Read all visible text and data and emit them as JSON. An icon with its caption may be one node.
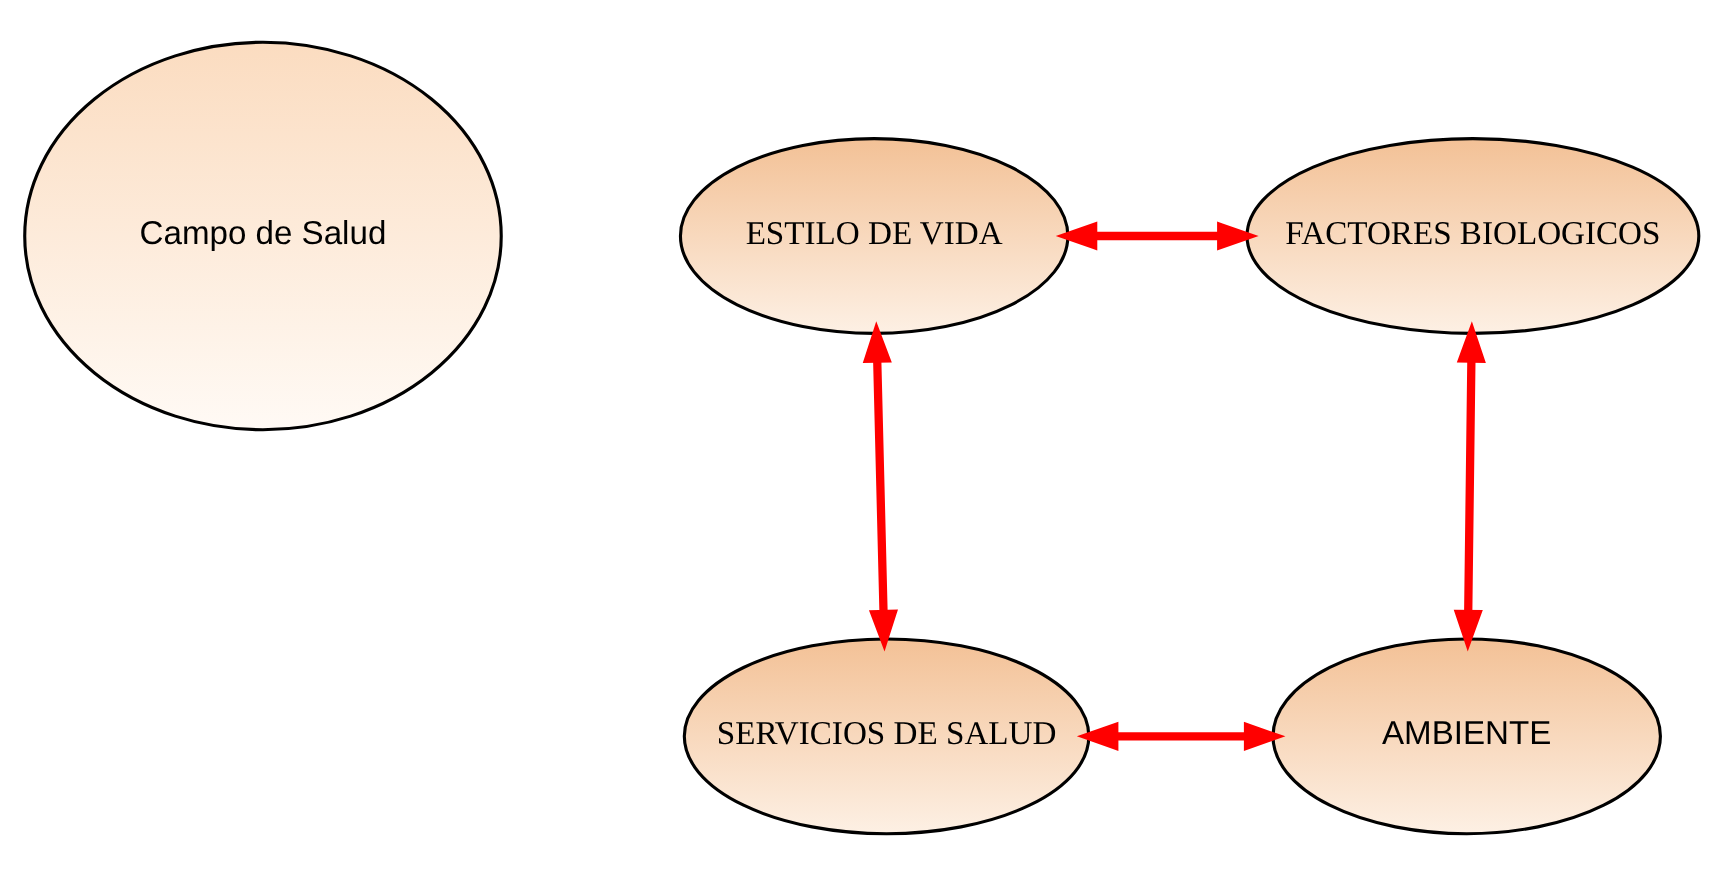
{
  "diagram": {
    "nodes": [
      {
        "text": [
          "Campo de Salud"
        ]
      },
      {
        "text": [
          "ESTILO DE VIDA"
        ]
      },
      {
        "text": [
          "FACTORES BIOLOGICOS"
        ]
      },
      {
        "text": [
          "SERVICIOS DE SALUD"
        ]
      },
      {
        "text": [
          "AMBIENTE"
        ]
      }
    ],
    "edges": [
      {
        "from": 1,
        "to": 2,
        "arrow": "both"
      },
      {
        "from": 1,
        "to": 3,
        "arrow": "both"
      },
      {
        "from": 2,
        "to": 4,
        "arrow": "both"
      },
      {
        "from": 3,
        "to": 4,
        "arrow": "both"
      }
    ]
  }
}
